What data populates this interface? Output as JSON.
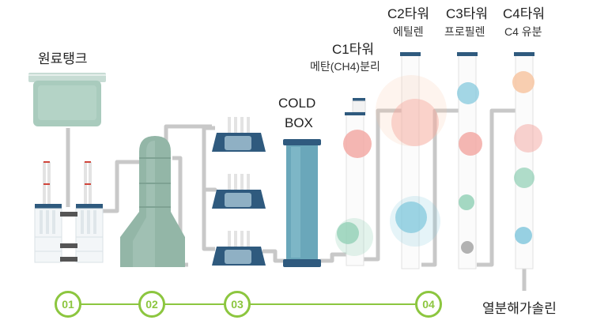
{
  "labels": {
    "feed_tank": "원료탱크",
    "cold_box_line1": "COLD",
    "cold_box_line2": "BOX",
    "c1_tower": "C1타워",
    "c1_sub": "메탄(CH4)분리",
    "c2_tower": "C2타워",
    "c2_sub": "에틸렌",
    "c3_tower": "C3타워",
    "c3_sub": "프로필렌",
    "c4_tower": "C4타워",
    "c4_sub": "C4 유분",
    "pyrolysis_gasoline": "열분해가솔린"
  },
  "steps": [
    "01",
    "02",
    "03",
    "04"
  ],
  "colors": {
    "pipe": "#c8c8c8",
    "equipment_navy": "#2f5a7e",
    "tank_green": "#a9cbbd",
    "tower_green": "#93b6a7",
    "cold_box": "#6aa7ba",
    "step_green": "#8cc63f",
    "bubble_pink": "#f3a5a0",
    "bubble_blue": "#7ec6dc",
    "bubble_green": "#8fcfb4",
    "bubble_orange": "#f8c39e"
  }
}
